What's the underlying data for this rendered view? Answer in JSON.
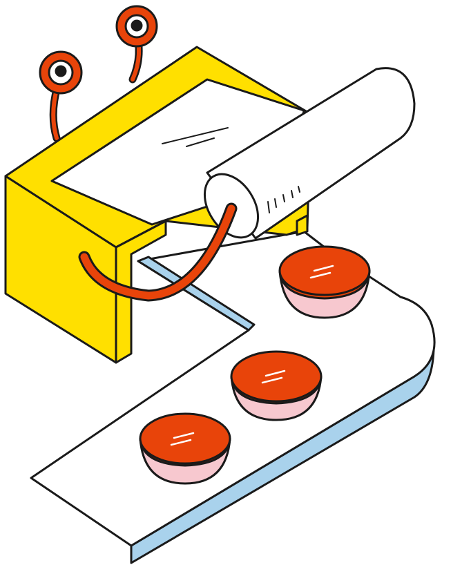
{
  "colors": {
    "yellow": "#FFE000",
    "red": "#E8440A",
    "pink": "#F7C8CF",
    "blue": "#A9D2EC",
    "outline": "#1A1A1A",
    "white": "#FFFFFF"
  },
  "bowls": [
    {
      "name": "bowl-top"
    },
    {
      "name": "bowl-middle"
    },
    {
      "name": "bowl-bottom"
    }
  ]
}
